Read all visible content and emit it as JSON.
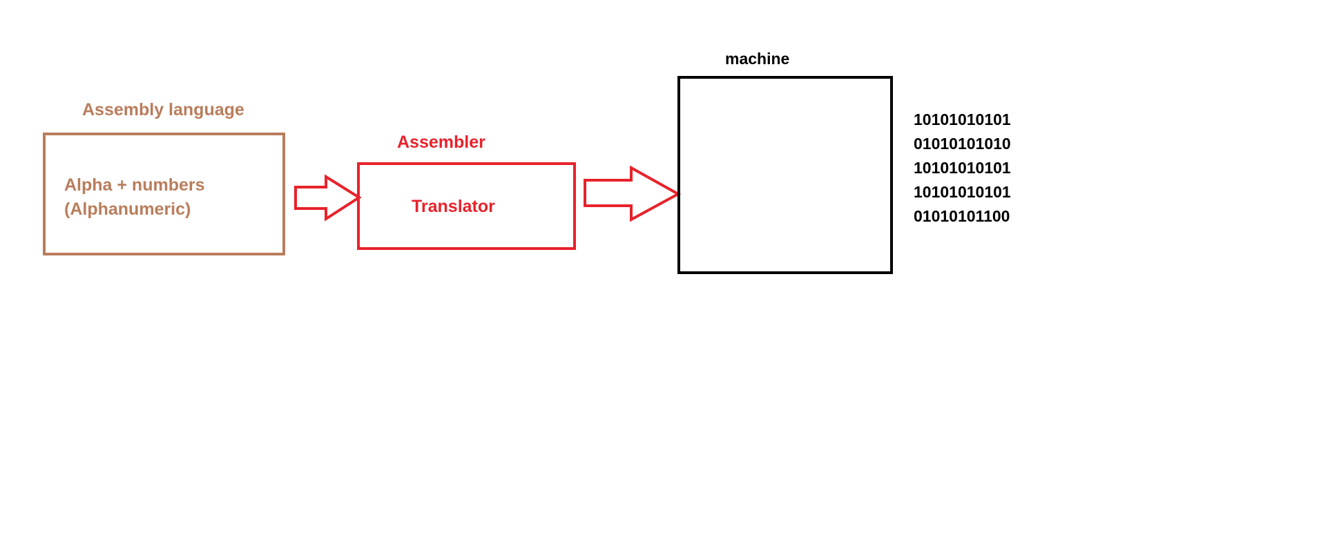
{
  "colors": {
    "assembly": "#b97d5c",
    "assembler": "#e8222b",
    "machine": "#000000",
    "background": "#ffffff"
  },
  "assembly": {
    "title": "Assembly language",
    "line1": "Alpha + numbers",
    "line2": "(Alphanumeric)"
  },
  "assembler": {
    "title": "Assembler",
    "content": "Translator"
  },
  "machine": {
    "title": "machine",
    "binary": [
      "10101010101",
      "01010101010",
      "10101010101",
      "10101010101",
      "01010101100"
    ]
  }
}
